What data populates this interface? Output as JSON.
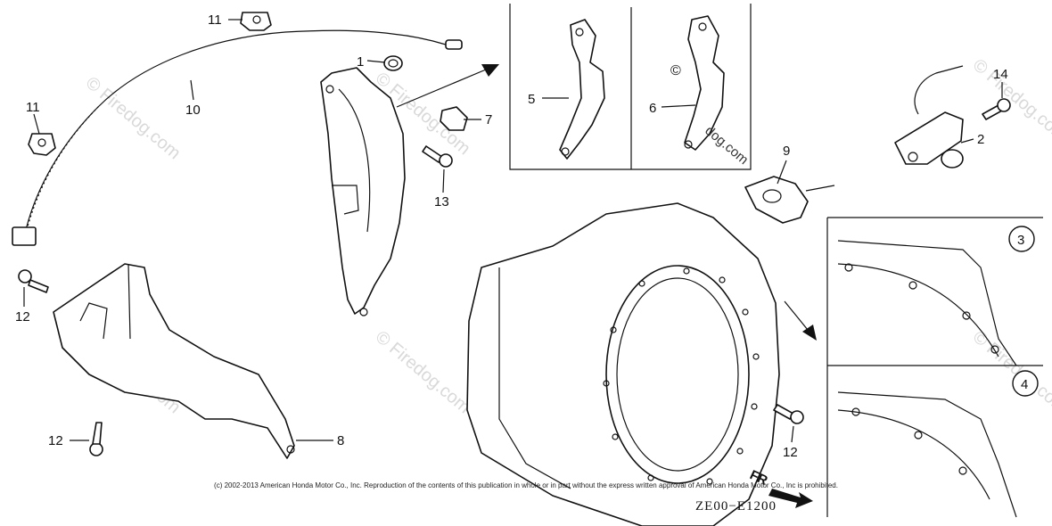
{
  "callouts": {
    "c1": "1",
    "c2": "2",
    "c5": "5",
    "c6": "6",
    "c7": "7",
    "c8": "8",
    "c9": "9",
    "c10": "10",
    "c11a": "11",
    "c11b": "11",
    "c12a": "12",
    "c12b": "12",
    "c12c": "12",
    "c13": "13",
    "c14": "14"
  },
  "detail_views": {
    "d3": "3",
    "d4": "4"
  },
  "direction_marker": "FR",
  "watermark": {
    "text": "© Firedog.com",
    "brand": "dog.com"
  },
  "copyright": "(c) 2002-2013 American Honda Motor Co., Inc. Reproduction of the contents of this publication in whole or in part without the express written approval of American Honda Motor Co., Inc is prohibited.",
  "drawing_code": "ZE00−E1200"
}
